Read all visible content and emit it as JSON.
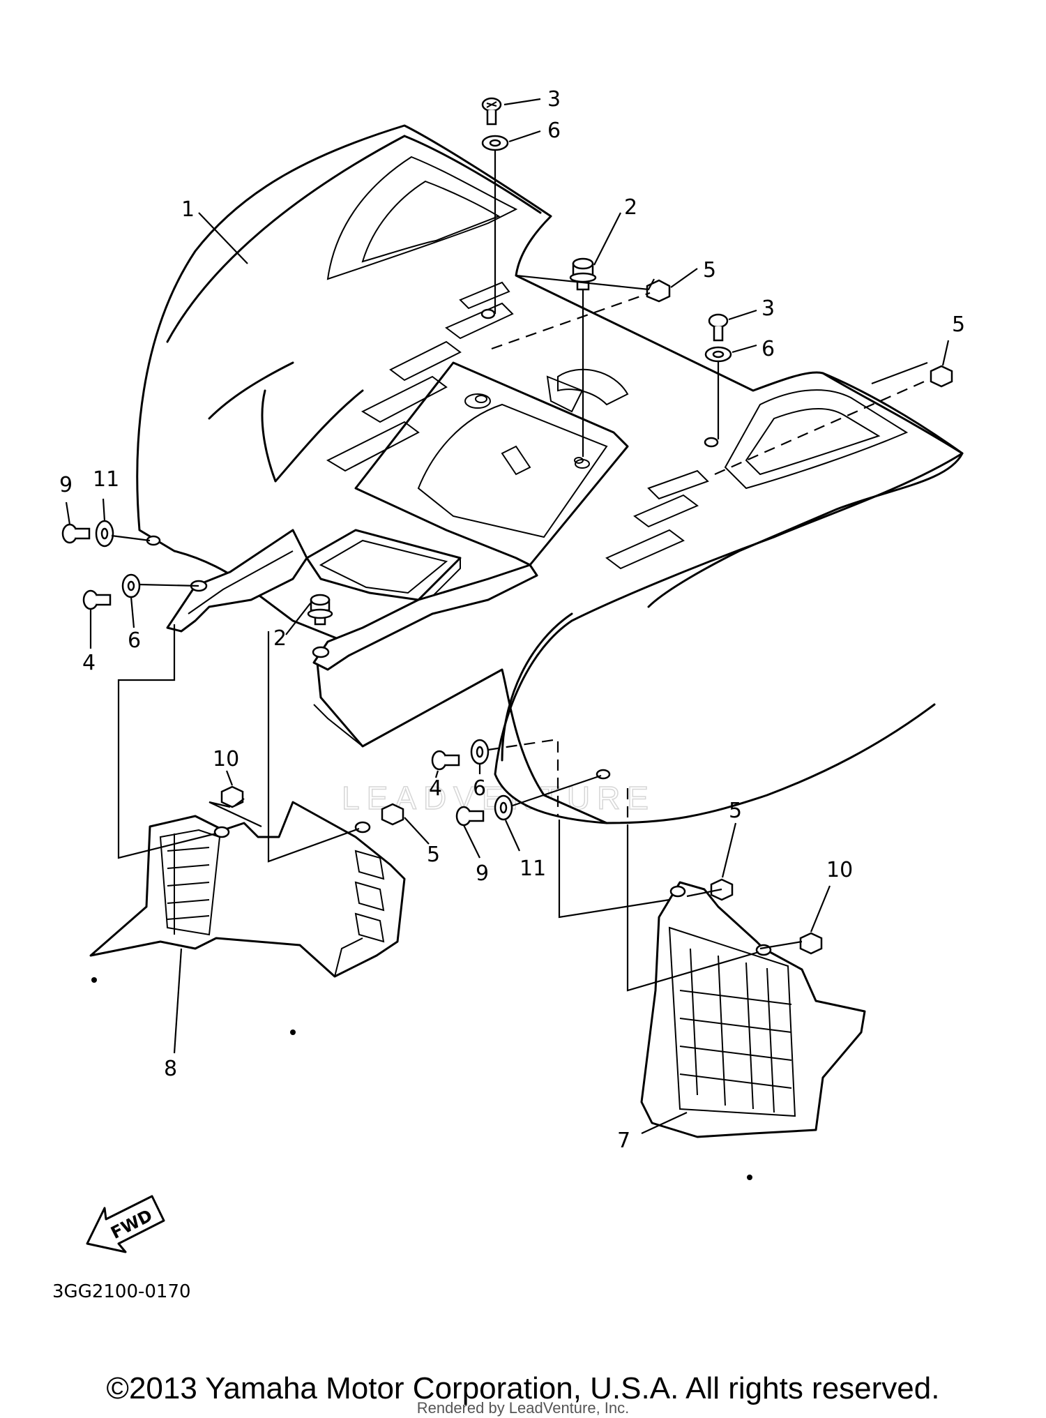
{
  "callouts": [
    {
      "id": "c-1",
      "text": "1"
    },
    {
      "id": "c-2a",
      "text": "2"
    },
    {
      "id": "c-2b",
      "text": "2"
    },
    {
      "id": "c-3a",
      "text": "3"
    },
    {
      "id": "c-3b",
      "text": "3"
    },
    {
      "id": "c-4a",
      "text": "4"
    },
    {
      "id": "c-4b",
      "text": "4"
    },
    {
      "id": "c-5a",
      "text": "5"
    },
    {
      "id": "c-5b",
      "text": "5"
    },
    {
      "id": "c-5c",
      "text": "5"
    },
    {
      "id": "c-5d",
      "text": "5"
    },
    {
      "id": "c-6a",
      "text": "6"
    },
    {
      "id": "c-6b",
      "text": "6"
    },
    {
      "id": "c-6c",
      "text": "6"
    },
    {
      "id": "c-6d",
      "text": "6"
    },
    {
      "id": "c-7",
      "text": "7"
    },
    {
      "id": "c-8",
      "text": "8"
    },
    {
      "id": "c-9a",
      "text": "9"
    },
    {
      "id": "c-9b",
      "text": "9"
    },
    {
      "id": "c-10a",
      "text": "10"
    },
    {
      "id": "c-10b",
      "text": "10"
    },
    {
      "id": "c-11a",
      "text": "11"
    },
    {
      "id": "c-11b",
      "text": "11"
    }
  ],
  "fwd_label": "FWD",
  "diagram_code": "3GG2100-0170",
  "watermark": "LEADVENTURE",
  "copyright": "©2013 Yamaha Motor Corporation, U.S.A. All rights reserved.",
  "rendered_by": "Rendered by LeadVenture, Inc."
}
